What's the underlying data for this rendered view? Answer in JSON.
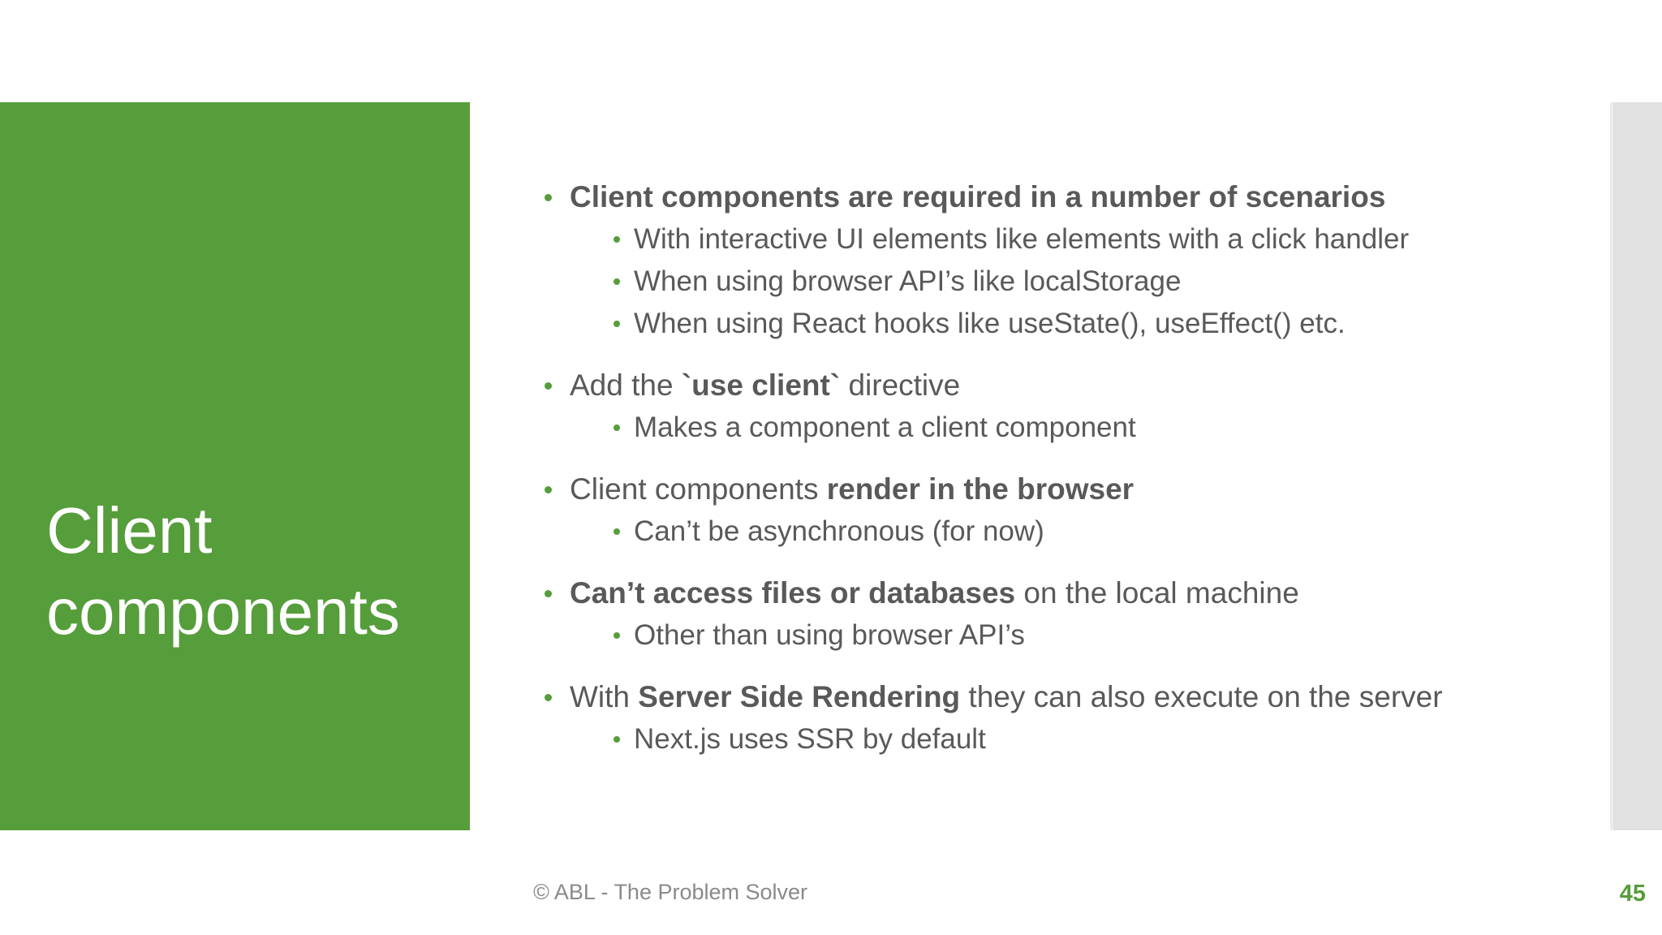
{
  "slide": {
    "title": "Client\ncomponents",
    "footer": "© ABL - The Problem Solver",
    "page_number": "45",
    "colors": {
      "accent_green": "#569D3B",
      "text_gray": "#595959",
      "footer_gray": "#8A8A8A",
      "strip_gray": "#E1E1E1"
    },
    "bullets": [
      {
        "heading": [
          {
            "text": "Client components are required in a number of scenarios",
            "bold": true
          }
        ],
        "subs": [
          "With interactive UI elements like elements with a click handler",
          "When using browser API’s like localStorage",
          "When using React hooks like useState(), useEffect() etc."
        ]
      },
      {
        "heading": [
          {
            "text": "Add the ",
            "bold": false
          },
          {
            "text": "`use client`",
            "bold": true
          },
          {
            "text": " directive",
            "bold": false
          }
        ],
        "subs": [
          "Makes a component a client component"
        ]
      },
      {
        "heading": [
          {
            "text": "Client components ",
            "bold": false
          },
          {
            "text": "render in the browser",
            "bold": true
          }
        ],
        "subs": [
          "Can’t be asynchronous (for now)"
        ]
      },
      {
        "heading": [
          {
            "text": "Can’t access files or databases",
            "bold": true
          },
          {
            "text": " on the local machine",
            "bold": false
          }
        ],
        "subs": [
          "Other than using browser API’s"
        ]
      },
      {
        "heading": [
          {
            "text": "With ",
            "bold": false
          },
          {
            "text": "Server Side Rendering",
            "bold": true
          },
          {
            "text": " they can also execute on the server",
            "bold": false
          }
        ],
        "subs": [
          "Next.js uses SSR by default"
        ]
      }
    ]
  }
}
